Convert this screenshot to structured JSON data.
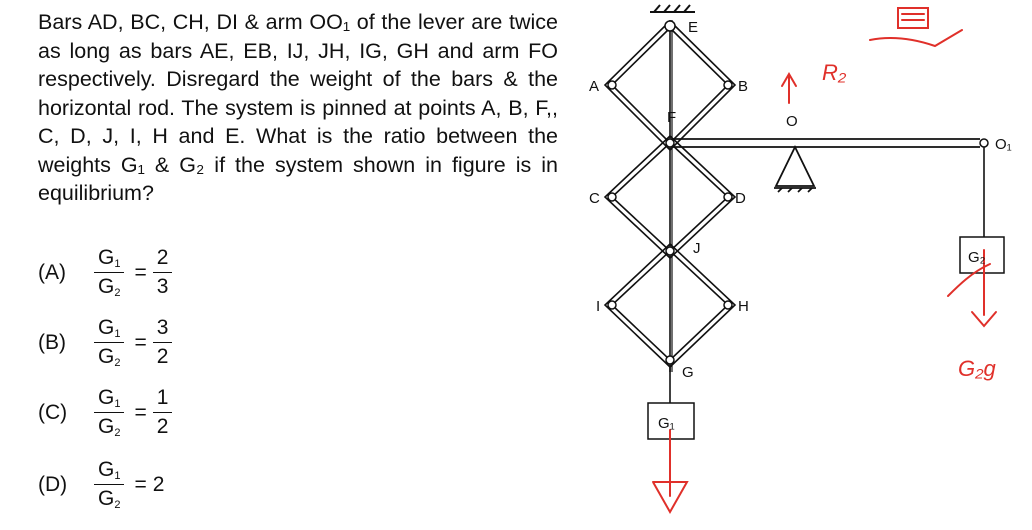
{
  "question": "Bars AD, BC, CH, DI & arm OO₁ of the lever are twice as long as bars AE, EB, IJ, JH, IG, GH and arm FO respectively. Disregard the weight of the bars & the horizontal rod. The system is pinned at points A, B, F,, C, D, J, I, H and E. What is the ratio between the weights G₁ & G₂ if the system shown in figure is in equilibrium?",
  "options": [
    {
      "label": "(A)",
      "num": "G",
      "num_sub": "1",
      "den": "G",
      "den_sub": "2",
      "eq": "=",
      "rhs_num": "2",
      "rhs_den": "3"
    },
    {
      "label": "(B)",
      "num": "G",
      "num_sub": "1",
      "den": "G",
      "den_sub": "2",
      "eq": "=",
      "rhs_num": "3",
      "rhs_den": "2"
    },
    {
      "label": "(C)",
      "num": "G",
      "num_sub": "1",
      "den": "G",
      "den_sub": "2",
      "eq": "=",
      "rhs_num": "1",
      "rhs_den": "2"
    },
    {
      "label": "(D)",
      "num": "G",
      "num_sub": "1",
      "den": "G",
      "den_sub": "2",
      "eq": "=",
      "rhs": "2"
    }
  ],
  "figure": {
    "points": {
      "E": "E",
      "A": "A",
      "B": "B",
      "F": "F",
      "C": "C",
      "D": "D",
      "J": "J",
      "I": "I",
      "H": "H",
      "G": "G",
      "O1": "O₁",
      "O": "O"
    },
    "weight1": "G₁",
    "weight2": "G₂",
    "annotation_hand": "R₂",
    "annotation_bottom": "G₂g",
    "ink_color": "#e0302a"
  }
}
